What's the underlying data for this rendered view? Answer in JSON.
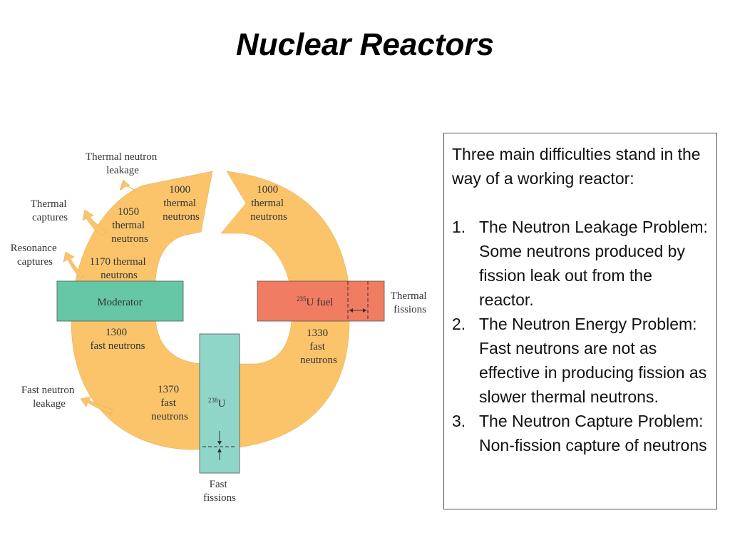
{
  "slide": {
    "title": "Nuclear Reactors"
  },
  "diagram": {
    "labels": {
      "thermal_leakage": [
        "Thermal neutron",
        "leakage"
      ],
      "thermal_captures": [
        "Thermal",
        "captures"
      ],
      "resonance_captures": [
        "Resonance",
        "captures"
      ],
      "n1000_left": [
        "1000",
        "thermal",
        "neutrons"
      ],
      "n1000_right": [
        "1000",
        "thermal",
        "neutrons"
      ],
      "n1050": [
        "1050",
        "thermal",
        "neutrons"
      ],
      "n1170": [
        "1170 thermal",
        "neutrons"
      ],
      "moderator": "Moderator",
      "u235_sup": "235",
      "u235_text": "U fuel",
      "thermal_fissions": [
        "Thermal",
        "fissions"
      ],
      "n1300": [
        "1300",
        "fast neutrons"
      ],
      "n1330": [
        "1330",
        "fast",
        "neutrons"
      ],
      "n1370": [
        "1370",
        "fast",
        "neutrons"
      ],
      "u238_sup": "238",
      "u238_text": "U",
      "fast_leakage": [
        "Fast neutron",
        "leakage"
      ],
      "fast_fissions": [
        "Fast",
        "fissions"
      ]
    },
    "colors": {
      "flow": "#fbc46b",
      "moderator": "#66c7a6",
      "u235_fuel": "#f07c62",
      "u238": "#8fd6c9"
    }
  },
  "textbox": {
    "intro": "Three main difficulties stand in the way of a working reactor:",
    "items": [
      {
        "num": "1.",
        "text": "The Neutron Leakage Problem: Some neutrons produced by fission leak out from the reactor."
      },
      {
        "num": "2.",
        "text": "The Neutron Energy Problem: Fast neutrons are not as effective in producing fission as slower thermal neutrons."
      },
      {
        "num": "3.",
        "text": "The Neutron Capture Problem: Non-fission capture of neutrons"
      }
    ]
  }
}
